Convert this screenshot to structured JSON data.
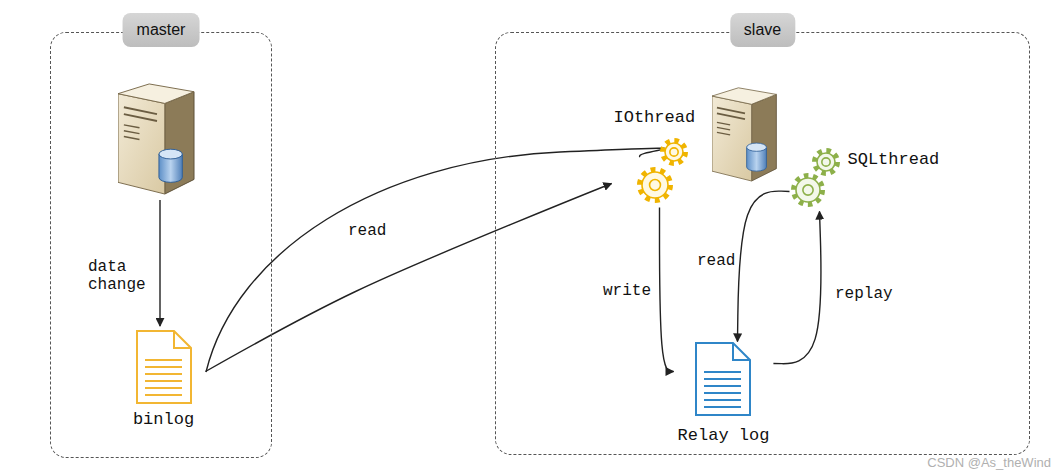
{
  "diagram": {
    "nodes": [
      {
        "text": [
          "master"
        ]
      },
      {
        "text": [
          "binlog"
        ],
        "in": 0
      },
      {
        "text": [
          "slave"
        ]
      },
      {
        "text": [
          "IOthread"
        ],
        "in": 2
      },
      {
        "text": [
          "SQLthread"
        ],
        "in": 2
      },
      {
        "text": [
          "Relay log"
        ],
        "in": 2
      }
    ],
    "edges": [
      {
        "from": 1,
        "to": 3,
        "label": "read",
        "arrow": "to"
      },
      {
        "from": 3,
        "to": 5,
        "label": "write",
        "arrow": "to"
      },
      {
        "from": 4,
        "to": 5,
        "label": "read",
        "arrow": "to"
      },
      {
        "from": 5,
        "to": 4,
        "label": "replay",
        "arrow": "to"
      }
    ],
    "labels": [
      "data change",
      "CSDN @As_theWind"
    ]
  }
}
